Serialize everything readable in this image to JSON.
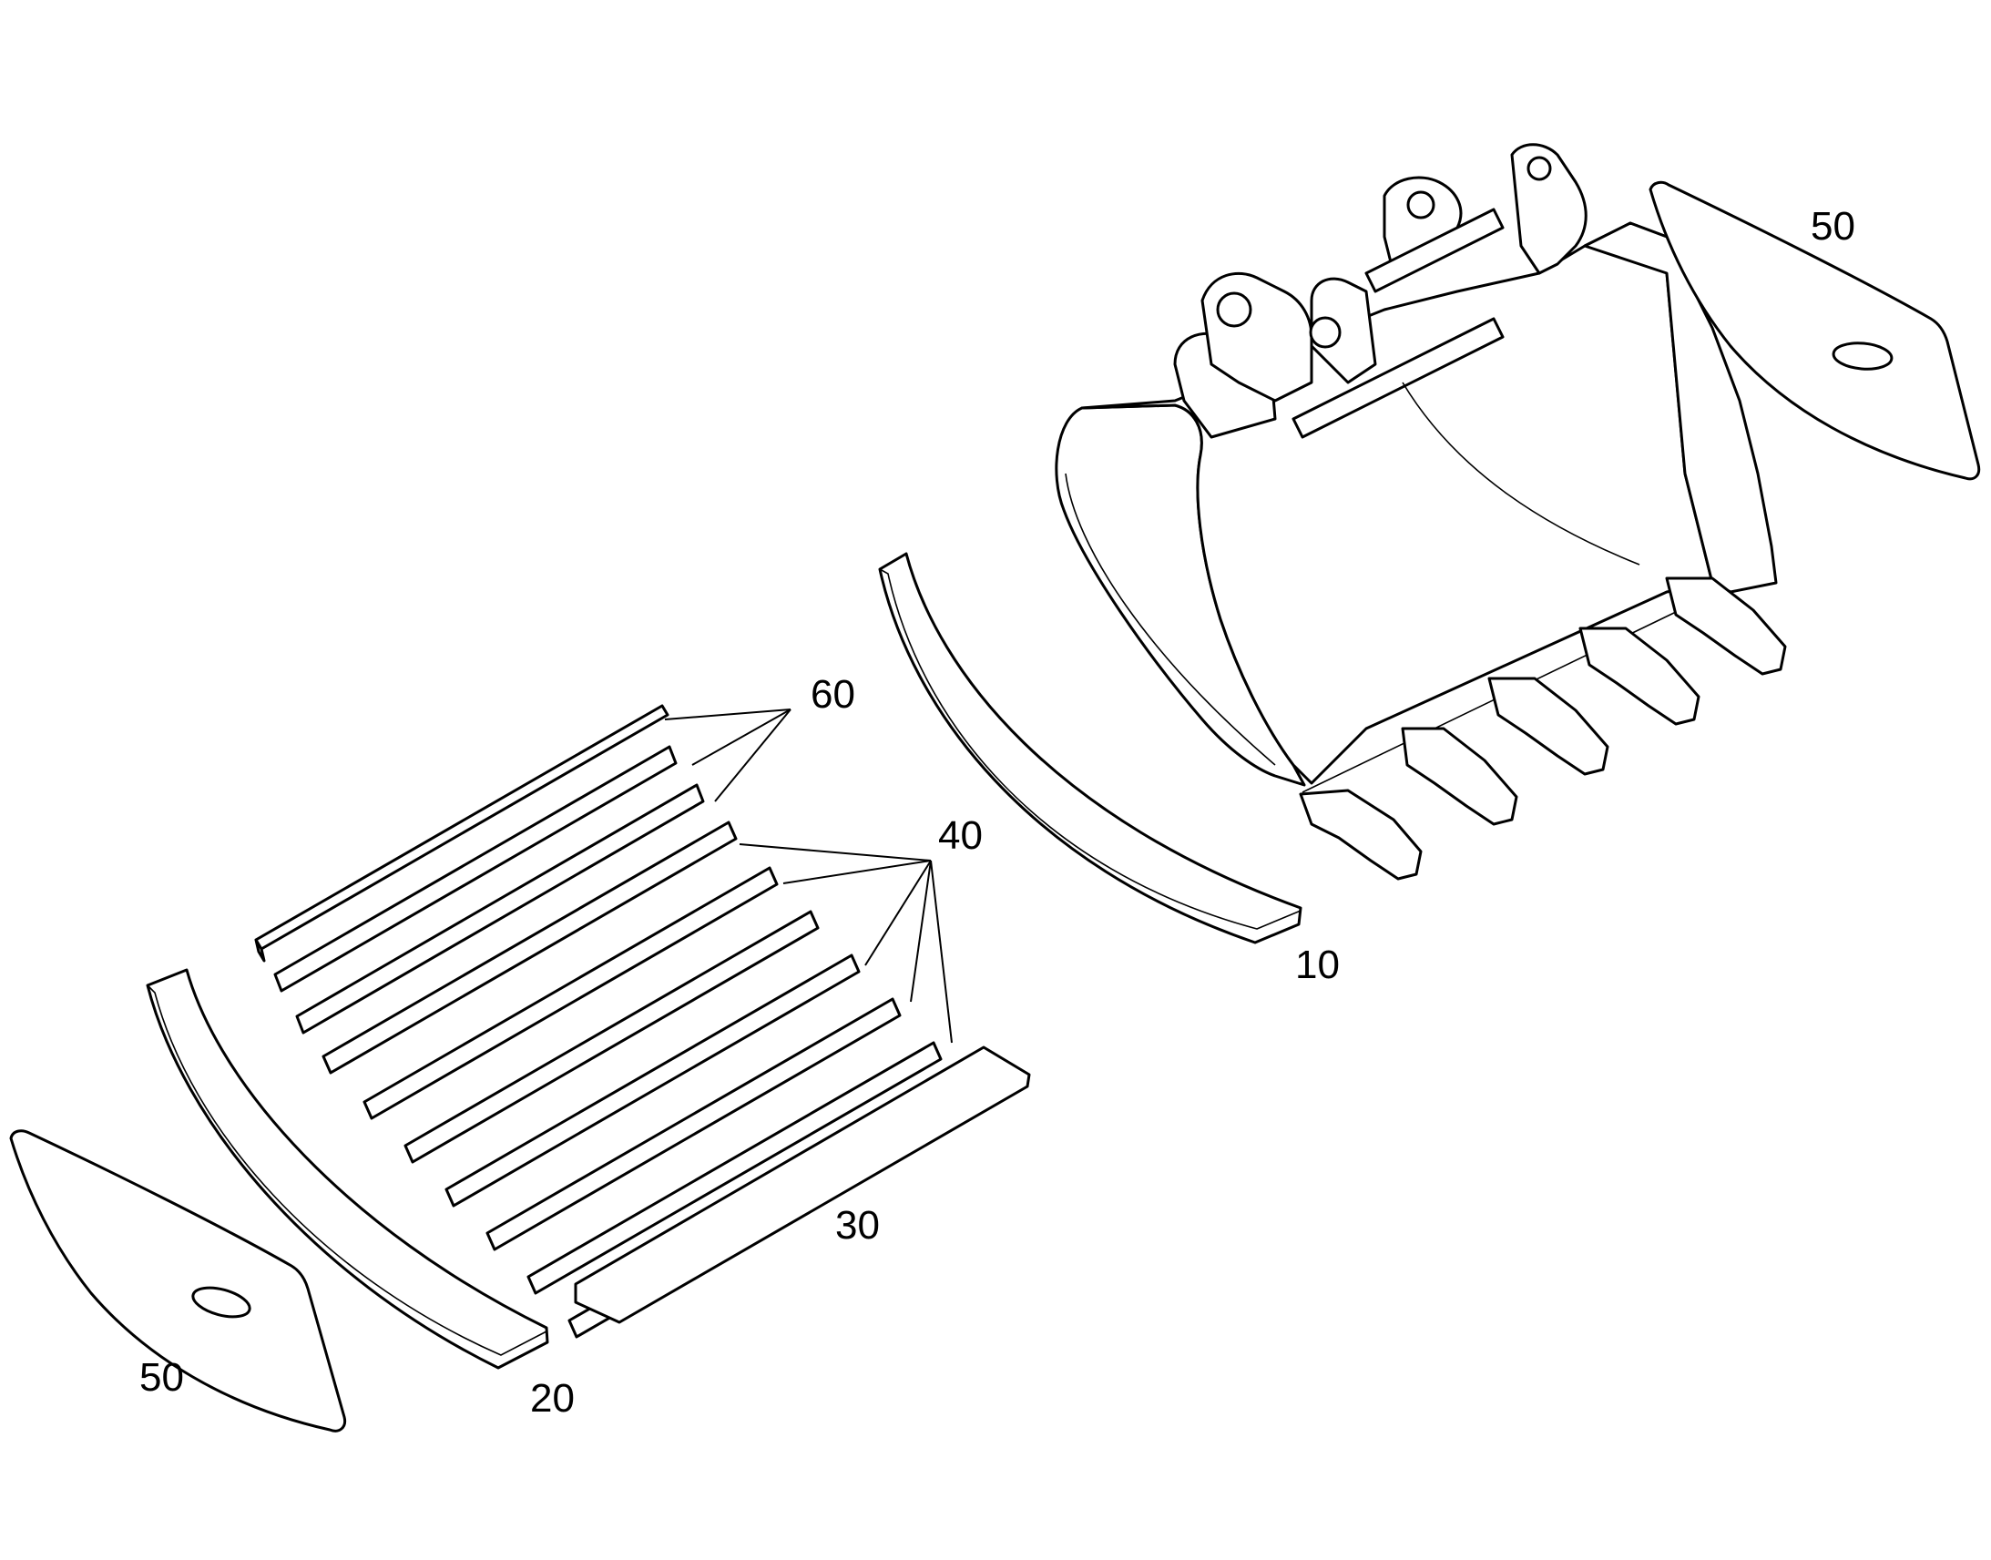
{
  "callouts": {
    "bucket": "10",
    "side_strip": "20",
    "front_strip": "30",
    "wear_strips_a": "40",
    "wear_strips_b": "60",
    "side_plate_right": "50",
    "side_plate_left": "50"
  },
  "colors": {
    "line": "#000000",
    "background": "#ffffff"
  }
}
